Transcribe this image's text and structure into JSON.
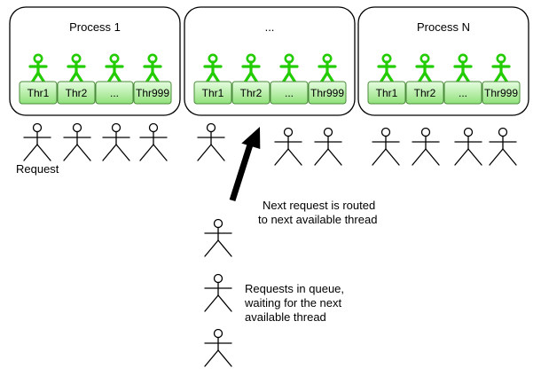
{
  "colors": {
    "thread_figure": "#22cc00",
    "thread_fill": "#b8f2a8",
    "thread_stroke": "#4a8a3a",
    "person": "#000000",
    "box_stroke": "#000000"
  },
  "processes": [
    {
      "title": "Process 1",
      "threads": [
        "Thr1",
        "Thr2",
        "...",
        "Thr999"
      ]
    },
    {
      "title": "...",
      "threads": [
        "Thr1",
        "Thr2",
        "...",
        "Thr999"
      ]
    },
    {
      "title": "Process N",
      "threads": [
        "Thr1",
        "Thr2",
        "...",
        "Thr999"
      ]
    }
  ],
  "request_label": "Request",
  "notes": {
    "routed": [
      "Next request is routed",
      "to next available thread"
    ],
    "queue": [
      "Requests in queue,",
      "waiting for the next",
      "available thread"
    ]
  }
}
